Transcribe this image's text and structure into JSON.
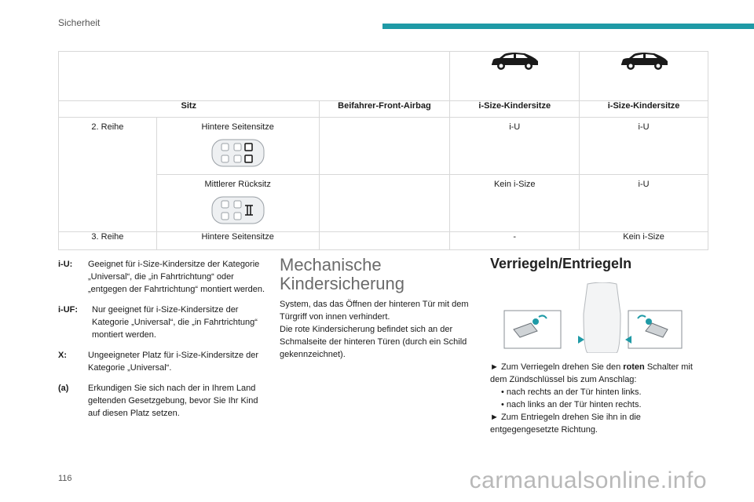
{
  "header": {
    "section": "Sicherheit",
    "accent": "#1f9aa6"
  },
  "table": {
    "icons": [
      "car-side-icon",
      "car-side-icon"
    ],
    "headers": [
      "Sitz",
      "Beifahrer-Front-Airbag",
      "i-Size-Kindersitze",
      "i-Size-Kindersitze"
    ],
    "rows": [
      {
        "row_label": "2. Reihe",
        "seat": "Hintere Seitensitze",
        "airbag": "",
        "val1": "i-U",
        "val2": "i-U"
      },
      {
        "row_label": "",
        "seat": "Mittlerer Rücksitz",
        "airbag": "",
        "val1": "Kein i-Size",
        "val2": "i-U"
      },
      {
        "row_label": "3. Reihe",
        "seat": "Hintere Seitensitze",
        "airbag": "",
        "val1": "-",
        "val2": "Kein i-Size"
      }
    ]
  },
  "notes": [
    {
      "key": "i-U:",
      "text": "Geeignet für i-Size-Kindersitze der Kategorie „Universal“, die „in Fahrtrichtung“ oder „entgegen der Fahrtrichtung“ montiert werden."
    },
    {
      "key": "i-UF:",
      "text": "Nur geeignet für i-Size-Kindersitze der Kategorie „Universal“, die „in Fahrtrichtung“ montiert werden."
    },
    {
      "key": "X:",
      "text": "Ungeeigneter Platz für i-Size-Kindersitze der Kategorie „Universal“."
    },
    {
      "key": "(a)",
      "text": "Erkundigen Sie sich nach der in Ihrem Land geltenden Gesetzgebung, bevor Sie Ihr Kind auf diesen Platz setzen."
    }
  ],
  "mechanical": {
    "title_line1": "Mechanische",
    "title_line2": "Kindersicherung",
    "p1": "System, das das Öffnen der hinteren Tür mit dem Türgriff von innen verhindert.",
    "p2": "Die rote Kindersicherung befindet sich an der Schmalseite der hinteren Türen (durch ein Schild gekennzeichnet)."
  },
  "lock": {
    "title": "Verriegeln/Entriegeln",
    "line1_pre": "► Zum Verriegeln drehen Sie den ",
    "line1_bold": "roten",
    "line1_post": " Schalter mit dem Zündschlüssel bis zum Anschlag:",
    "bullet1": "• nach rechts an der Tür hinten links.",
    "bullet2": "• nach links an der Tür hinten rechts.",
    "line2": "► Zum Entriegeln drehen Sie ihn in die entgegengesetzte Richtung."
  },
  "footer": {
    "page": "116",
    "watermark": "carmanualsonline.info"
  }
}
